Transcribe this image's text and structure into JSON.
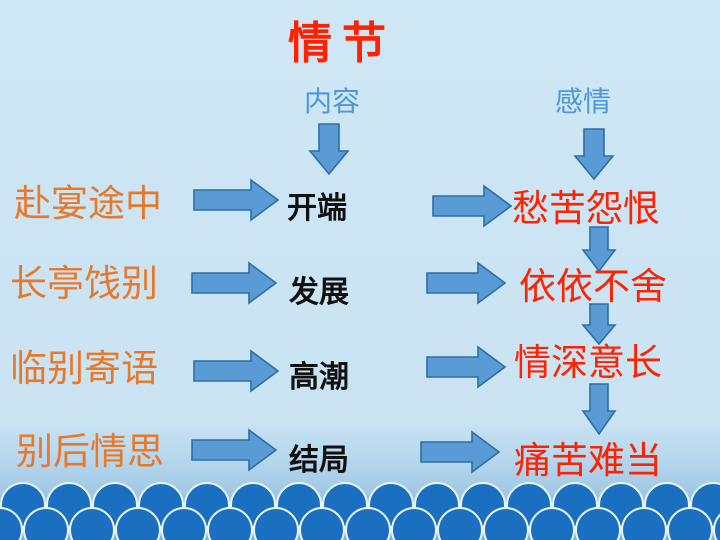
{
  "title": "情节",
  "headers": {
    "content": "内容",
    "emotion": "感情"
  },
  "rows": [
    {
      "scene": "赴宴途中",
      "plot": "开端",
      "emotion": "愁苦怨恨"
    },
    {
      "scene": "长亭饯别",
      "plot": "发展",
      "emotion": "依依不舍"
    },
    {
      "scene": "临别寄语",
      "plot": "高潮",
      "emotion": "情深意长"
    },
    {
      "scene": "别后情思",
      "plot": "结局",
      "emotion": "痛苦难当"
    }
  ],
  "colors": {
    "title": "#ff2200",
    "header": "#4d98d6",
    "scene": "#e8792a",
    "plot": "#111111",
    "emotion": "#ff2200",
    "arrow_fill": "#5b9bd5",
    "arrow_stroke": "#2e6ea6",
    "background": "#cfe7f5",
    "wave": "#1b6fc0"
  }
}
